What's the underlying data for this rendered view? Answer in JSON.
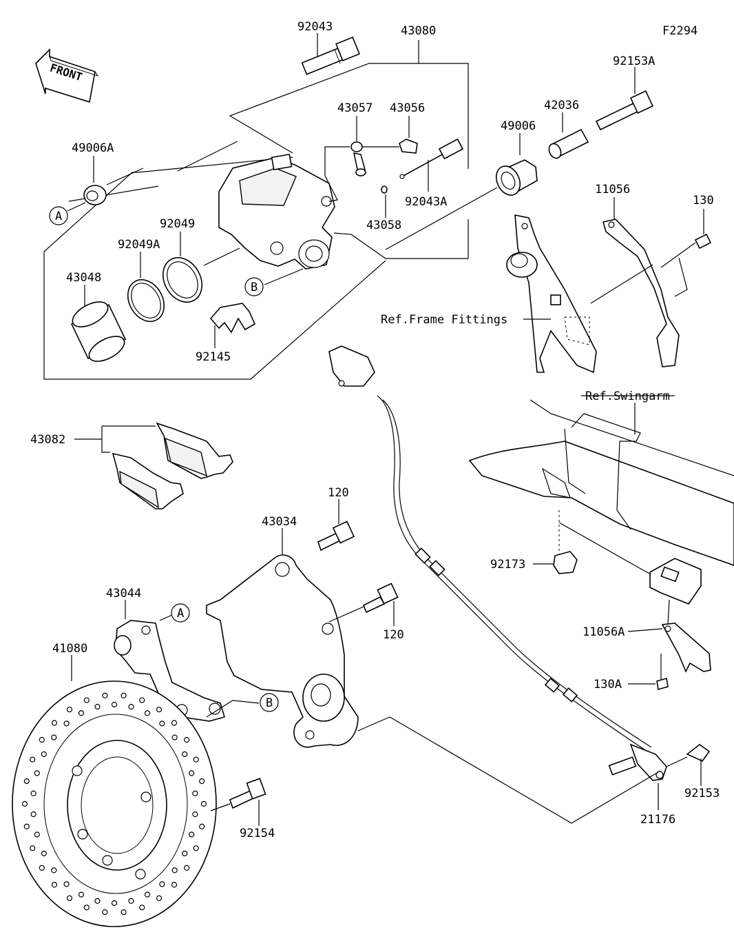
{
  "figure_code": "F2294",
  "front_label": "FRONT",
  "callouts": {
    "a": "A",
    "b": "B"
  },
  "references": {
    "frame": "Ref.Frame Fittings",
    "swingarm": "Ref.Swingarm"
  },
  "part_numbers": {
    "p92043": "92043",
    "p43080": "43080",
    "p92153A": "92153A",
    "p43057": "43057",
    "p43056": "43056",
    "p42036": "42036",
    "p49006": "49006",
    "p49006A": "49006A",
    "p11056": "11056",
    "p130": "130",
    "p92043A": "92043A",
    "p43058": "43058",
    "p92049": "92049",
    "p92049A": "92049A",
    "p43048": "43048",
    "p92145": "92145",
    "p43082": "43082",
    "p120a": "120",
    "p43034": "43034",
    "p43044": "43044",
    "p120b": "120",
    "p92173": "92173",
    "p41080": "41080",
    "p11056A": "11056A",
    "p130A": "130A",
    "p92153": "92153",
    "p92154": "92154",
    "p21176": "21176"
  }
}
